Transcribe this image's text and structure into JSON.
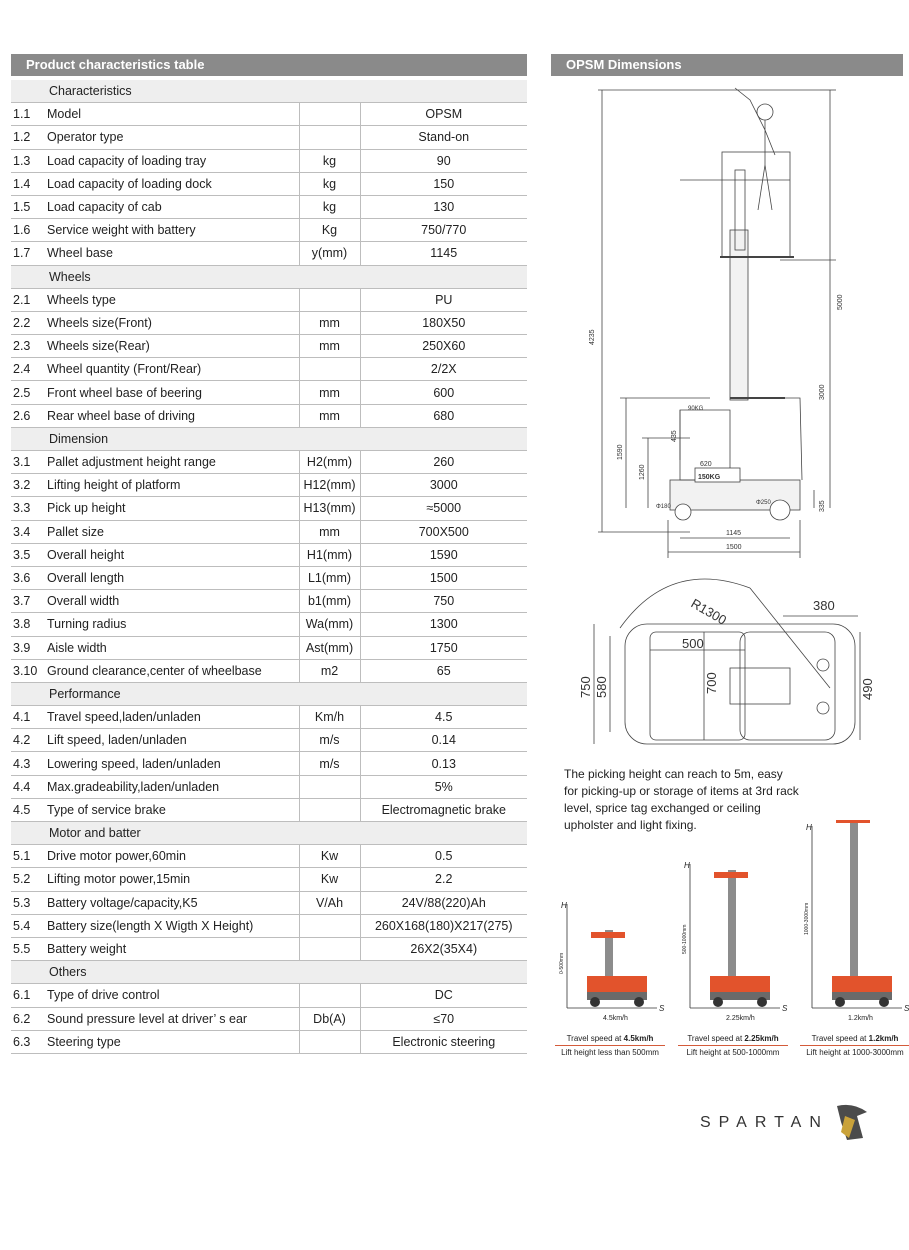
{
  "left_header": "Product characteristics table",
  "right_header": "OPSM Dimensions",
  "rows": [
    {
      "type": "sec",
      "name": "Characteristics"
    },
    {
      "num": "1.1",
      "name": "Model",
      "unit": "",
      "val": "OPSM"
    },
    {
      "num": "1.2",
      "name": "Operator type",
      "unit": "",
      "val": "Stand-on"
    },
    {
      "num": "1.3",
      "name": "Load capacity of loading tray",
      "unit": "kg",
      "val": "90"
    },
    {
      "num": "1.4",
      "name": "Load capacity of loading dock",
      "unit": "kg",
      "val": "150"
    },
    {
      "num": "1.5",
      "name": "Load capacity of cab",
      "unit": "kg",
      "val": "130"
    },
    {
      "num": "1.6",
      "name": "Service weight with battery",
      "unit": "Kg",
      "val": "750/770"
    },
    {
      "num": "1.7",
      "name": "Wheel base",
      "unit": "y(mm)",
      "val": "1145"
    },
    {
      "type": "sec",
      "name": "Wheels"
    },
    {
      "num": "2.1",
      "name": "Wheels type",
      "unit": "",
      "val": "PU"
    },
    {
      "num": "2.2",
      "name": "Wheels size(Front)",
      "unit": "mm",
      "val": "180X50"
    },
    {
      "num": "2.3",
      "name": "Wheels size(Rear)",
      "unit": "mm",
      "val": "250X60"
    },
    {
      "num": "2.4",
      "name": "Wheel quantity (Front/Rear)",
      "unit": "",
      "val": "2/2X"
    },
    {
      "num": "2.5",
      "name": "Front wheel base of beering",
      "unit": "mm",
      "val": "600"
    },
    {
      "num": "2.6",
      "name": "Rear wheel base of driving",
      "unit": "mm",
      "val": "680"
    },
    {
      "type": "sec",
      "name": "Dimension"
    },
    {
      "num": "3.1",
      "name": "Pallet adjustment height range",
      "unit": "H2(mm)",
      "val": "260"
    },
    {
      "num": "3.2",
      "name": "Lifting height of platform",
      "unit": "H12(mm)",
      "val": "3000"
    },
    {
      "num": "3.3",
      "name": "Pick up height",
      "unit": "H13(mm)",
      "val": "≈5000"
    },
    {
      "num": "3.4",
      "name": "Pallet size",
      "unit": "mm",
      "val": "700X500"
    },
    {
      "num": "3.5",
      "name": "Overall height",
      "unit": "H1(mm)",
      "val": "1590"
    },
    {
      "num": "3.6",
      "name": "Overall length",
      "unit": "L1(mm)",
      "val": "1500"
    },
    {
      "num": "3.7",
      "name": "Overall width",
      "unit": "b1(mm)",
      "val": "750"
    },
    {
      "num": "3.8",
      "name": "Turning radius",
      "unit": "Wa(mm)",
      "val": "1300"
    },
    {
      "num": "3.9",
      "name": "Aisle width",
      "unit": "Ast(mm)",
      "val": "1750"
    },
    {
      "num": "3.10",
      "name": "Ground clearance,center of wheelbase",
      "unit": "m2",
      "val": "65"
    },
    {
      "type": "sec",
      "name": "Performance"
    },
    {
      "num": "4.1",
      "name": "Travel speed,laden/unladen",
      "unit": "Km/h",
      "val": "4.5"
    },
    {
      "num": "4.2",
      "name": "Lift speed, laden/unladen",
      "unit": "m/s",
      "val": "0.14"
    },
    {
      "num": "4.3",
      "name": "Lowering speed, laden/unladen",
      "unit": "m/s",
      "val": "0.13"
    },
    {
      "num": "4.4",
      "name": "Max.gradeability,laden/unladen",
      "unit": "",
      "val": "5%"
    },
    {
      "num": "4.5",
      "name": "Type of service brake",
      "unit": "",
      "val": "Electromagnetic brake"
    },
    {
      "type": "sec",
      "name": "Motor and batter"
    },
    {
      "num": "5.1",
      "name": "Drive motor power,60min",
      "unit": "Kw",
      "val": "0.5"
    },
    {
      "num": "5.2",
      "name": "Lifting motor power,15min",
      "unit": "Kw",
      "val": "2.2"
    },
    {
      "num": "5.3",
      "name": "Battery voltage/capacity,K5",
      "unit": "V/Ah",
      "val": "24V/88(220)Ah"
    },
    {
      "num": "5.4",
      "name": "Battery size(length X Wigth X Height)",
      "unit": "",
      "val": "260X168(180)X217(275)"
    },
    {
      "num": "5.5",
      "name": "Battery weight",
      "unit": "",
      "val": "26X2(35X4)"
    },
    {
      "type": "sec",
      "name": "Others"
    },
    {
      "num": "6.1",
      "name": "Type of drive control",
      "unit": "",
      "val": "DC"
    },
    {
      "num": "6.2",
      "name": "Sound pressure level at driver’ s ear",
      "unit": "Db(A)",
      "val": "≤70"
    },
    {
      "num": "6.3",
      "name": "Steering type",
      "unit": "",
      "val": "Electronic steering"
    }
  ],
  "side_dims": {
    "d4235": "4235",
    "d5000": "5000",
    "d3000": "3000",
    "d1590": "1590",
    "d1260": "1260",
    "d435": "435",
    "d620": "620",
    "d90kg": "90KG",
    "d150kg": "150KG",
    "d180": "Φ180",
    "d250": "Φ250",
    "d335": "335",
    "d1145": "1145",
    "d1500": "1500"
  },
  "top_dims": {
    "r1300": "R1300",
    "d380": "380",
    "d500": "500",
    "d750": "750",
    "d580": "580",
    "d700": "700",
    "d490": "490"
  },
  "note": "The picking height can reach to 5m, easy for picking-up or storage of items at 3rd rack level, sprice tag exchanged or ceiling upholster and light fixing.",
  "minis": [
    {
      "hlabel": "0-500mm",
      "speed": "4.5km/h",
      "cap1_pre": "Travel speed at ",
      "cap1_bold": "4.5km/h",
      "cap2": "Lift height less than 500mm"
    },
    {
      "hlabel": "500-1000mm",
      "speed": "2.25km/h",
      "cap1_pre": "Travel speed at ",
      "cap1_bold": "2.25km/h",
      "cap2": "Lift height at 500-1000mm"
    },
    {
      "hlabel": "1000-3000mm",
      "speed": "1.2km/h",
      "cap1_pre": "Travel speed at ",
      "cap1_bold": "1.2km/h",
      "cap2": "Lift height at 1000-3000mm"
    }
  ],
  "axis": {
    "h": "H",
    "s": "S"
  },
  "logo": "SPARTAN",
  "colors": {
    "header_bg": "#8a8a8a",
    "section_bg": "#eeeeee",
    "accent": "#e2532c"
  }
}
